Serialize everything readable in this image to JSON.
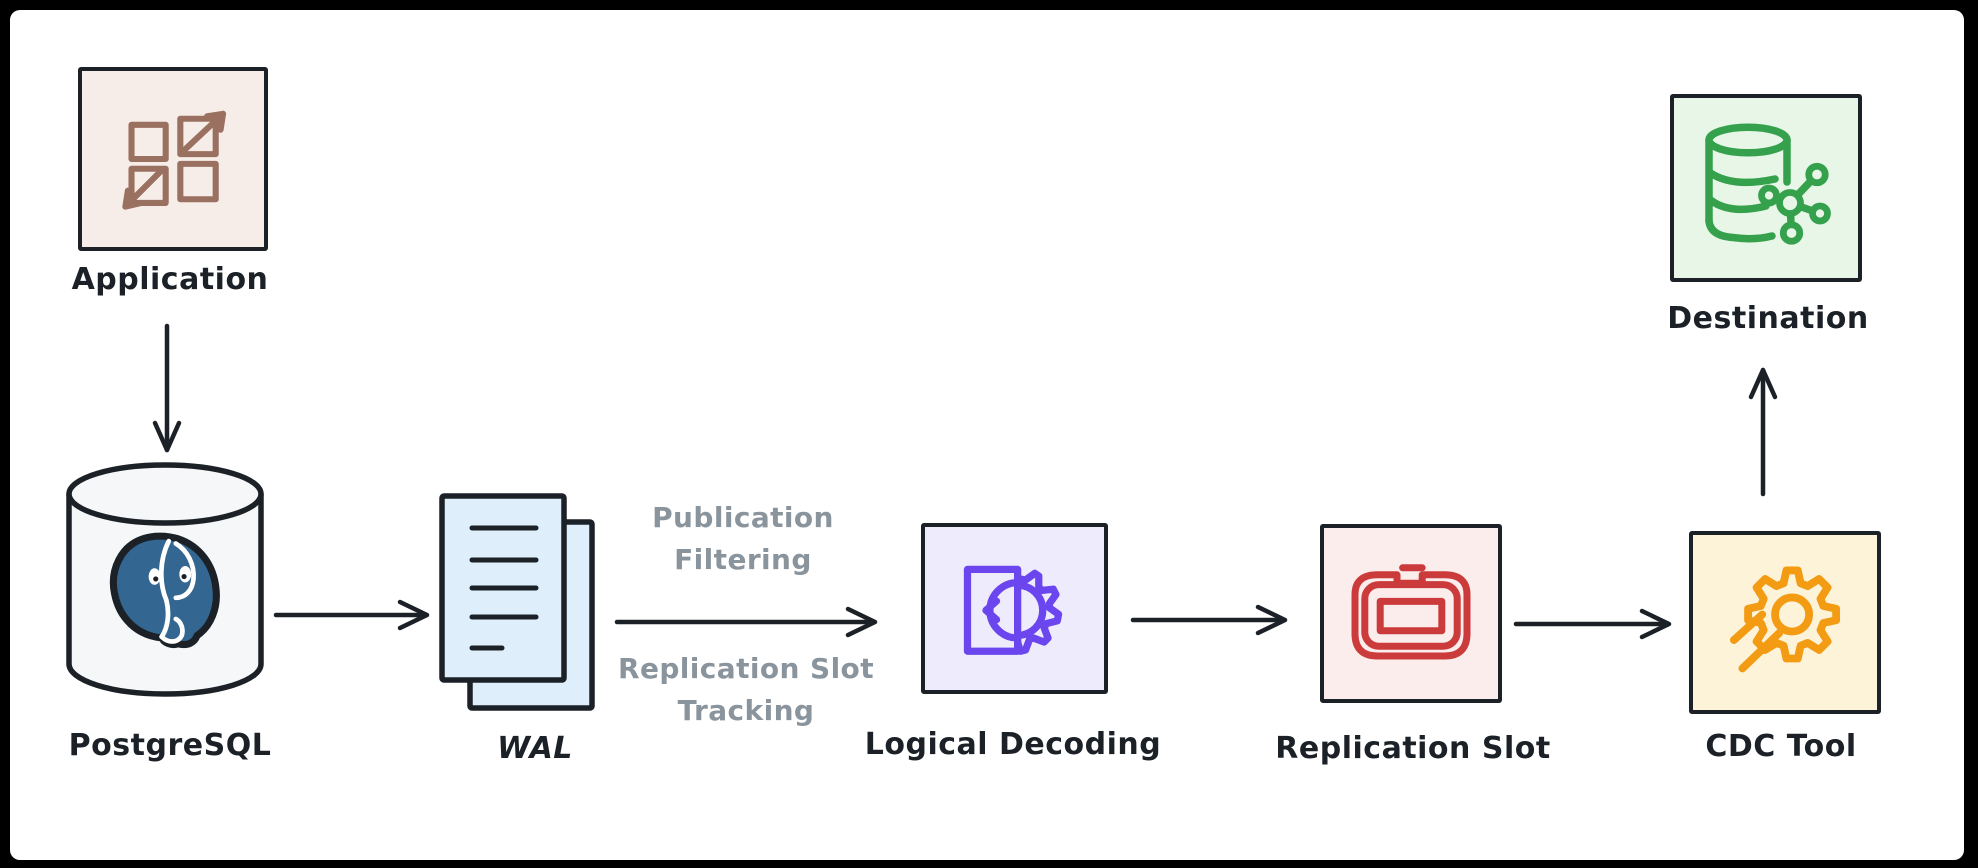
{
  "colors": {
    "ink": "#1b2127",
    "muted": "#8a949d",
    "frame": "#000000",
    "surface": "#ffffff"
  },
  "nodes": [
    {
      "label": "Application",
      "fill": "#F7EDE8",
      "accent": "#9A7060"
    },
    {
      "label": "PostgreSQL",
      "fill": "#F5F7F8",
      "accent": "#336791"
    },
    {
      "label": "WAL",
      "fill": "#DEEEFA",
      "accent": "#1b2127"
    },
    {
      "label": "Logical Decoding",
      "fill": "#EDEBFC",
      "accent": "#6B46EE"
    },
    {
      "label": "Replication Slot",
      "fill": "#FBEDEC",
      "accent": "#CC3B3B"
    },
    {
      "label": "CDC Tool",
      "fill": "#FCF3D8",
      "accent": "#F29B13"
    },
    {
      "label": "Destination",
      "fill": "#E8F6E8",
      "accent": "#35A14C"
    }
  ],
  "edges": [
    {
      "from": "Application",
      "to": "PostgreSQL"
    },
    {
      "from": "PostgreSQL",
      "to": "WAL"
    },
    {
      "from": "WAL",
      "to": "Logical Decoding",
      "label_above": "Publication Filtering",
      "label_below": "Replication Slot Tracking"
    },
    {
      "from": "Logical Decoding",
      "to": "Replication Slot"
    },
    {
      "from": "Replication Slot",
      "to": "CDC Tool"
    },
    {
      "from": "CDC Tool",
      "to": "Destination"
    }
  ]
}
